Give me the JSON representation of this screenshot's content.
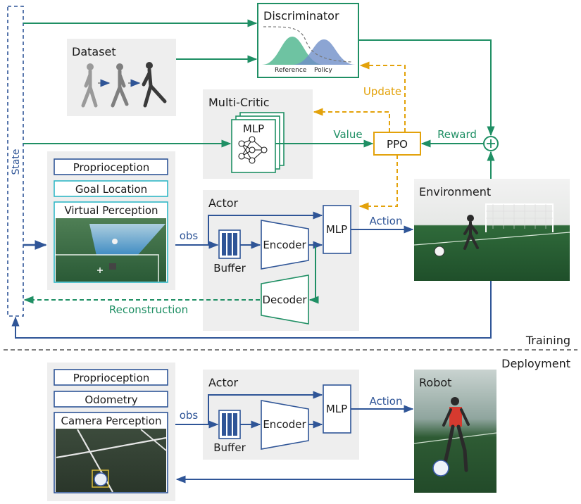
{
  "colors": {
    "blue": "#2f5597",
    "green": "#1f8f64",
    "orange": "#e3a20b",
    "panel": "#eeeeee",
    "cyan": "#31b8c6",
    "dashed": "#555555"
  },
  "state": {
    "label": "State"
  },
  "discriminator": {
    "title": "Discriminator",
    "reference_label": "Reference",
    "policy_label": "Policy"
  },
  "dataset": {
    "title": "Dataset"
  },
  "multi_critic": {
    "title": "Multi-Critic",
    "mlp_label": "MLP",
    "icon": "neural-network-icon"
  },
  "ppo": {
    "label": "PPO"
  },
  "edges": {
    "value": "Value",
    "reward": "Reward",
    "update": "Update",
    "obs": "obs",
    "action": "Action",
    "reconstruction": "Reconstruction"
  },
  "sum_node": {
    "symbol": "+"
  },
  "training_inputs": {
    "proprioception": "Proprioception",
    "goal_location": "Goal Location",
    "virtual_perception": "Virtual Perception"
  },
  "training_actor": {
    "title": "Actor",
    "buffer": "Buffer",
    "encoder": "Encoder",
    "mlp": "MLP",
    "decoder": "Decoder"
  },
  "environment": {
    "title": "Environment"
  },
  "sections": {
    "training": "Training",
    "deployment": "Deployment"
  },
  "deployment_inputs": {
    "proprioception": "Proprioception",
    "odometry": "Odometry",
    "camera_perception": "Camera Perception"
  },
  "deployment_actor": {
    "title": "Actor",
    "buffer": "Buffer",
    "encoder": "Encoder",
    "mlp": "MLP"
  },
  "robot": {
    "title": "Robot"
  }
}
